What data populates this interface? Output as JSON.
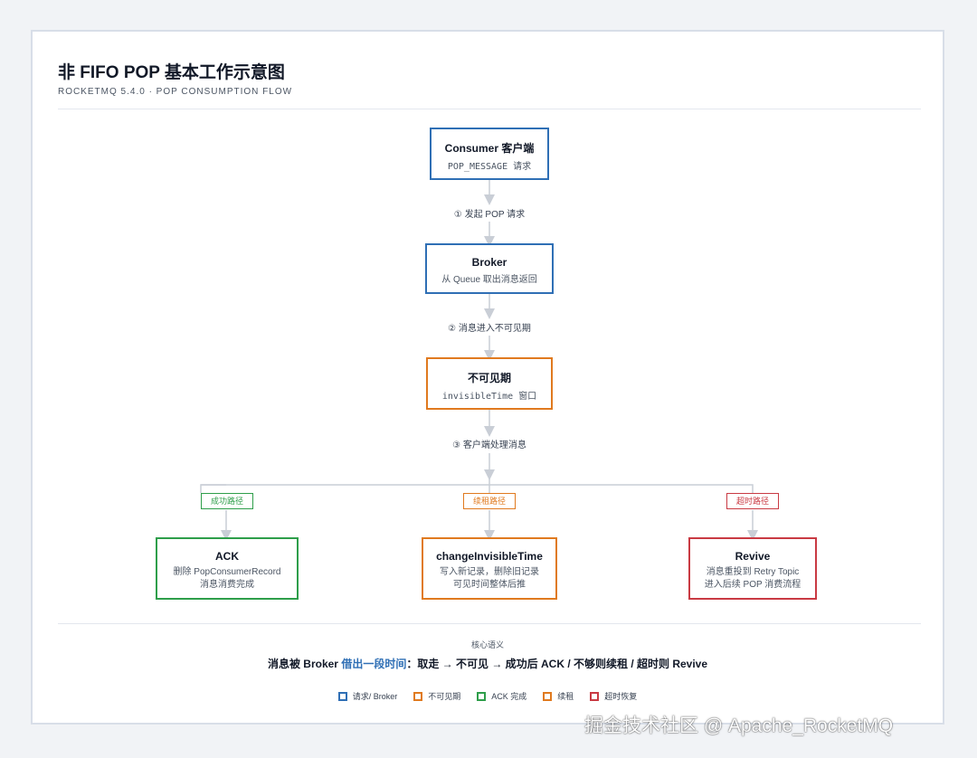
{
  "header": {
    "title": "非 FIFO POP 基本工作示意图",
    "subtitle": "ROCKETMQ 5.4.0 · POP CONSUMPTION FLOW"
  },
  "colors": {
    "request": "#2f6fb5",
    "invisible": "#e07a1f",
    "success": "#2e9e4a",
    "renew": "#e07a1f",
    "revive": "#c93a43",
    "edge": "#c9ced6"
  },
  "nodes": {
    "consumer": {
      "title": "Consumer 客户端",
      "sub": "POP_MESSAGE 请求"
    },
    "broker": {
      "title": "Broker",
      "sub": "从 Queue 取出消息返回"
    },
    "invisible": {
      "title": "不可见期",
      "sub": "invisibleTime 窗口"
    },
    "ack": {
      "title": "ACK",
      "sub1": "删除 PopConsumerRecord",
      "sub2": "消息消费完成"
    },
    "change": {
      "title": "changeInvisibleTime",
      "sub1": "写入新记录，删除旧记录",
      "sub2": "可见时间整体后推"
    },
    "revive": {
      "title": "Revive",
      "sub1": "消息重投到 Retry Topic",
      "sub2": "进入后续 POP 消费流程"
    }
  },
  "steps": {
    "s1": "① 发起 POP 请求",
    "s2": "② 消息进入不可见期",
    "s3": "③ 客户端处理消息"
  },
  "paths": {
    "success": "成功路径",
    "renew": "续租路径",
    "timeout": "超时路径"
  },
  "footer": {
    "label": "核心语义",
    "summary_pre": "消息被 Broker ",
    "summary_hl": "借出一段时间",
    "summary_post": "：取走 → 不可见 → 成功后 ACK / 不够则续租 / 超时则 Revive"
  },
  "legend": {
    "request": "请求/ Broker",
    "invisible": "不可见期",
    "ack": "ACK 完成",
    "renew": "续租",
    "revive": "超时恢复"
  },
  "watermark": "掘金技术社区 @ Apache_RocketMQ"
}
